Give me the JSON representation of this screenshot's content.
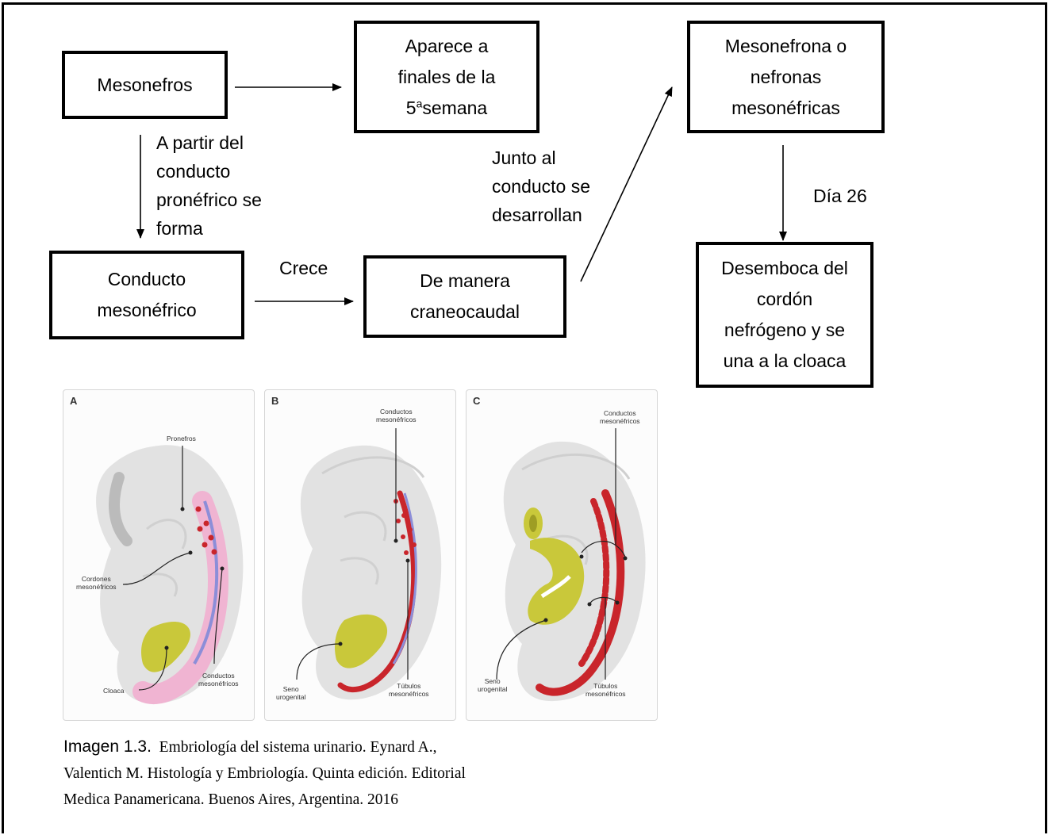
{
  "nodes": {
    "mesonefros": "Mesonefros",
    "aparece_l1": "Aparece a",
    "aparece_l2": "finales de la",
    "aparece_l3_num": "5",
    "aparece_l3_sup": "a",
    "aparece_l3_rest": "semana",
    "nefronas_l1": "Mesonefrona o",
    "nefronas_l2": "nefronas",
    "nefronas_l3": "mesonéfricas",
    "conducto_l1": "Conducto",
    "conducto_l2": "mesonéfrico",
    "manera_l1": "De manera",
    "manera_l2": "craneocaudal",
    "desemboca_l1": "Desemboca del",
    "desemboca_l2": "cordón",
    "desemboca_l3": "nefrógeno y se",
    "desemboca_l4": "una a la cloaca"
  },
  "edge_labels": {
    "apartir_l1": "A partir del",
    "apartir_l2": "conducto",
    "apartir_l3": "pronéfrico se",
    "apartir_l4": "forma",
    "crece": "Crece",
    "junto_l1": "Junto al",
    "junto_l2": "conducto se",
    "junto_l3": "desarrollan",
    "dia": "Día 26"
  },
  "figure": {
    "panel_a": {
      "letter": "A",
      "pronefros": "Pronefros",
      "cordones_l1": "Cordones",
      "cordones_l2": "mesonéfricos",
      "conductos_l1": "Conductos",
      "conductos_l2": "mesonéfricos",
      "cloaca": "Cloaca"
    },
    "panel_b": {
      "letter": "B",
      "conductos_l1": "Conductos",
      "conductos_l2": "mesonéfricos",
      "seno_l1": "Seno",
      "seno_l2": "urogenital",
      "tubulos_l1": "Túbulos",
      "tubulos_l2": "mesonéfricos"
    },
    "panel_c": {
      "letter": "C",
      "conductos_l1": "Conductos",
      "conductos_l2": "mesonéfricos",
      "seno_l1": "Seno",
      "seno_l2": "urogenital",
      "tubulos_l1": "Túbulos",
      "tubulos_l2": "mesonéfricos"
    }
  },
  "caption": {
    "lead": "Imagen 1.3.",
    "line1": "Embriología del sistema urinario. Eynard A.,",
    "line2": "Valentich M. Histología y Embriología. Quinta edición. Editorial",
    "line3": "Medica Panamericana. Buenos Aires, Argentina. 2016"
  },
  "colors": {
    "border": "#000000",
    "duct_red": "#c9252b",
    "cloaca_yellow": "#c9c83a",
    "tissue_pink": "#f0b4d2",
    "embryo_gray": "#e2e2e2"
  }
}
